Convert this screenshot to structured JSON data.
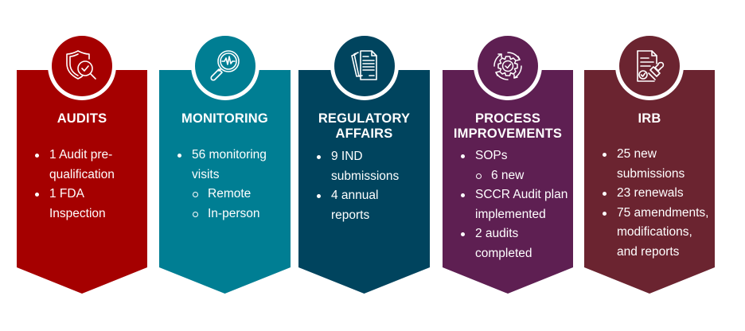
{
  "panels": [
    {
      "id": "audits",
      "title": "AUDITS",
      "color": "#A50000",
      "icon": "shield-check-magnifier-icon",
      "items": [
        {
          "text": "1 Audit pre-qualification",
          "level": 1,
          "lines": [
            "1 Audit pre-",
            "qualification"
          ]
        },
        {
          "text": "1 FDA Inspection",
          "level": 1,
          "lines": [
            "1 FDA",
            "Inspection"
          ]
        }
      ]
    },
    {
      "id": "monitoring",
      "title": "MONITORING",
      "color": "#007E93",
      "icon": "magnifier-pulse-icon",
      "items": [
        {
          "text": "56 monitoring visits",
          "level": 1,
          "lines": [
            "56 monitoring",
            "visits"
          ]
        },
        {
          "text": "Remote",
          "level": 2,
          "lines": [
            "Remote"
          ]
        },
        {
          "text": "In-person",
          "level": 2,
          "lines": [
            "In-person"
          ]
        }
      ]
    },
    {
      "id": "regulatory-affairs",
      "title": "REGULATORY AFFAIRS",
      "title_lines": [
        "REGULATORY",
        "AFFAIRS"
      ],
      "color": "#00445E",
      "icon": "documents-stack-icon",
      "items": [
        {
          "text": "9 IND submissions",
          "level": 1,
          "lines": [
            "9 IND",
            "submissions"
          ]
        },
        {
          "text": "4 annual reports",
          "level": 1,
          "lines": [
            "4 annual",
            "reports"
          ]
        }
      ]
    },
    {
      "id": "process-improvements",
      "title": "PROCESS IMPROVEMENTS",
      "title_lines": [
        "PROCESS",
        "IMPROVEMENTS"
      ],
      "color": "#5E1F52",
      "icon": "gear-check-cycle-icon",
      "items": [
        {
          "text": "SOPs",
          "level": 1,
          "lines": [
            "SOPs"
          ]
        },
        {
          "text": "6 new",
          "level": 2,
          "lines": [
            "6 new"
          ]
        },
        {
          "text": "SCCR Audit plan implemented",
          "level": 1,
          "lines": [
            "SCCR Audit plan",
            "implemented"
          ]
        },
        {
          "text": "2 audits completed",
          "level": 1,
          "lines": [
            "2 audits",
            "completed"
          ]
        }
      ]
    },
    {
      "id": "irb",
      "title": "IRB",
      "color": "#6B2430",
      "icon": "document-stamp-approval-icon",
      "items": [
        {
          "text": "25 new submissions",
          "level": 1,
          "lines": [
            "25 new",
            "submissions"
          ]
        },
        {
          "text": "23 renewals",
          "level": 1,
          "lines": [
            "23 renewals"
          ]
        },
        {
          "text": "75 amendments, modifications, and reports",
          "level": 1,
          "lines": [
            "75 amendments,",
            "modifications,",
            "and reports"
          ]
        }
      ]
    }
  ]
}
